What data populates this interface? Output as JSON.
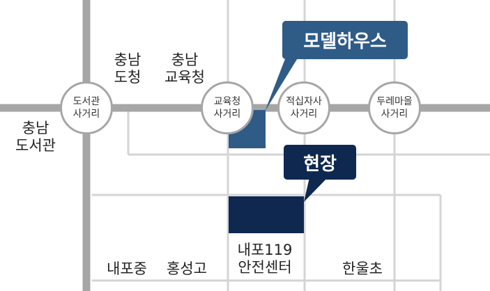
{
  "colors": {
    "road_major": "#a6a6a6",
    "road_minor": "#d4d4d4",
    "model_house": "#2f5b87",
    "site": "#0e2850"
  },
  "intersections": [
    {
      "id": "dosegwan",
      "label": "도서관\n사거리"
    },
    {
      "id": "gyoyukcheong",
      "label": "교육청\n사거리"
    },
    {
      "id": "jeoksipjasa",
      "label": "적십자사\n사거리"
    },
    {
      "id": "duremaeul",
      "label": "두레마을\n사거리"
    }
  ],
  "places": {
    "chungnam_docheong": "충남\n도청",
    "chungnam_gyoyukcheong": "충남\n교육청",
    "chungnam_doseogwan": "충남\n도서관",
    "naepo_middle": "내포중",
    "hongseong_high": "홍성고",
    "fire_station": "내포119\n안전센터",
    "hanul": "한울초"
  },
  "callouts": {
    "model_house": "모델하우스",
    "site": "현장"
  }
}
